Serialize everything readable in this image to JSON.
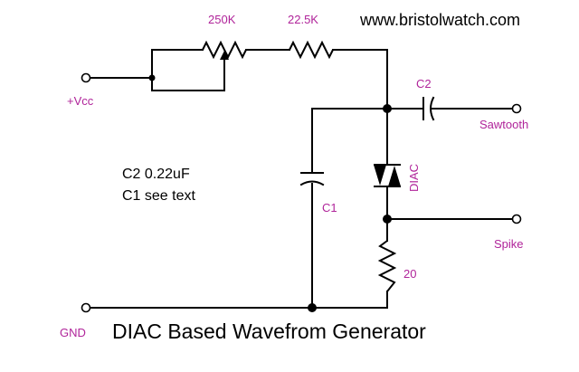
{
  "website": "www.bristolwatch.com",
  "title": "DIAC Based Wavefrom Generator",
  "labels": {
    "pot": "250K",
    "resistor": "22.5K",
    "vcc": "+Vcc",
    "c2": "C2",
    "sawtooth": "Sawtooth",
    "diac": "DIAC",
    "c1": "C1",
    "spike": "Spike",
    "r20": "20",
    "gnd": "GND"
  },
  "notes": {
    "line1": "C2 0.22uF",
    "line2": "C1 see text"
  },
  "colors": {
    "label": "#b0249a",
    "wire": "#000000"
  }
}
